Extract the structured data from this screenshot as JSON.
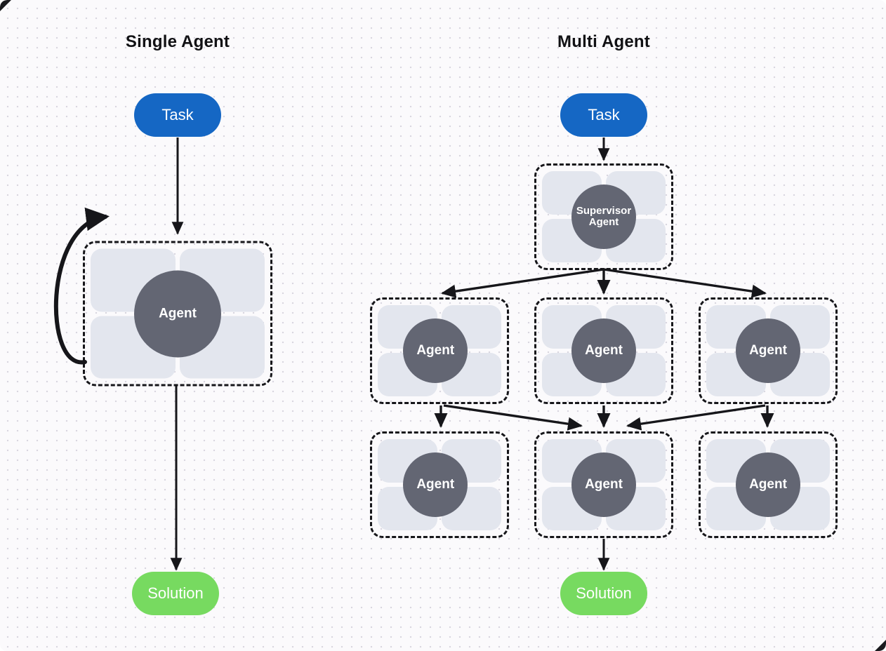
{
  "diagram": {
    "background": "#fbfafc",
    "dot_color": "#d9d6e0",
    "panels": [
      {
        "id": "single",
        "title": "Single Agent"
      },
      {
        "id": "multi",
        "title": "Multi Agent"
      }
    ],
    "colors": {
      "task": "#1567c4",
      "solution": "#77da60",
      "agent_circle": "#636673",
      "tile": "#e3e6ee",
      "stroke": "#16161a",
      "title_text": "#111114",
      "node_text": "#ffffff"
    }
  },
  "single_agent": {
    "title": "Single Agent",
    "task_label": "Task",
    "agent_label": "Agent",
    "solution_label": "Solution",
    "loop_arrow": "self-loop"
  },
  "multi_agent": {
    "title": "Multi Agent",
    "task_label": "Task",
    "supervisor_label_line1": "Supervisor",
    "supervisor_label_line2": "Agent",
    "solution_label": "Solution",
    "row2": [
      {
        "label": "Agent"
      },
      {
        "label": "Agent"
      },
      {
        "label": "Agent"
      }
    ],
    "row3": [
      {
        "label": "Agent"
      },
      {
        "label": "Agent"
      },
      {
        "label": "Agent"
      }
    ]
  }
}
